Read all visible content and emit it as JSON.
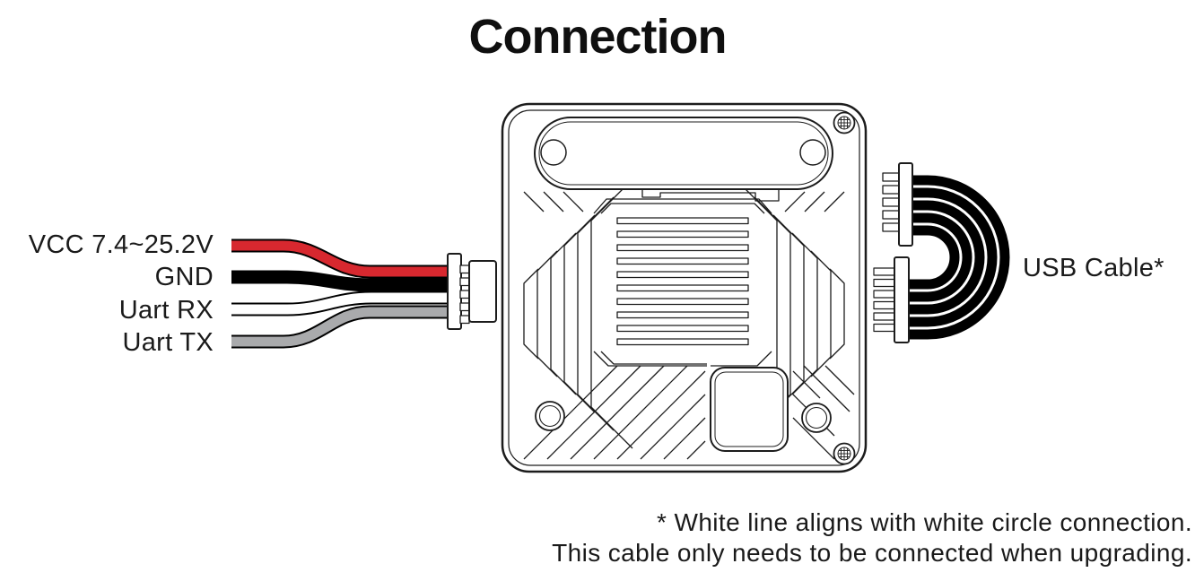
{
  "title": "Connection",
  "signals": [
    {
      "label": "VCC 7.4~25.2V",
      "color": "#d7282f"
    },
    {
      "label": "GND",
      "color": "#000000"
    },
    {
      "label": "Uart RX",
      "color": "#ffffff"
    },
    {
      "label": "Uart TX",
      "color": "#a9aaac"
    }
  ],
  "usb": {
    "label": "USB Cable*"
  },
  "footnote": {
    "line1": "* White line aligns with white circle connection.",
    "line2": "This cable only needs to be connected when upgrading."
  },
  "colors": {
    "background": "#ffffff",
    "line_art": "#1c1c1c",
    "text": "#1a1a1a"
  }
}
